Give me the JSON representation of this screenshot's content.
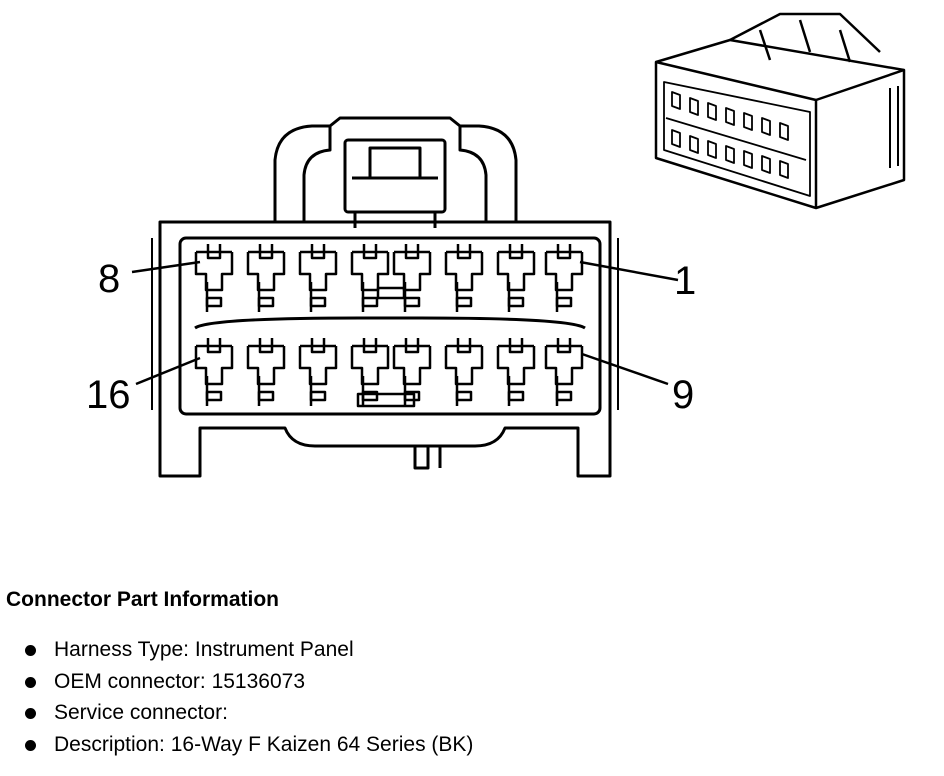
{
  "diagram": {
    "pin_labels": {
      "top_left": "8",
      "top_right": "1",
      "bottom_left": "16",
      "bottom_right": "9"
    }
  },
  "info": {
    "title": "Connector Part Information",
    "items": [
      {
        "label": "Harness Type:",
        "value": "Instrument Panel"
      },
      {
        "label": "OEM connector:",
        "value": "15136073"
      },
      {
        "label": "Service connector:",
        "value": ""
      },
      {
        "label": "Description:",
        "value": "16-Way F Kaizen 64 Series (BK)"
      }
    ]
  }
}
